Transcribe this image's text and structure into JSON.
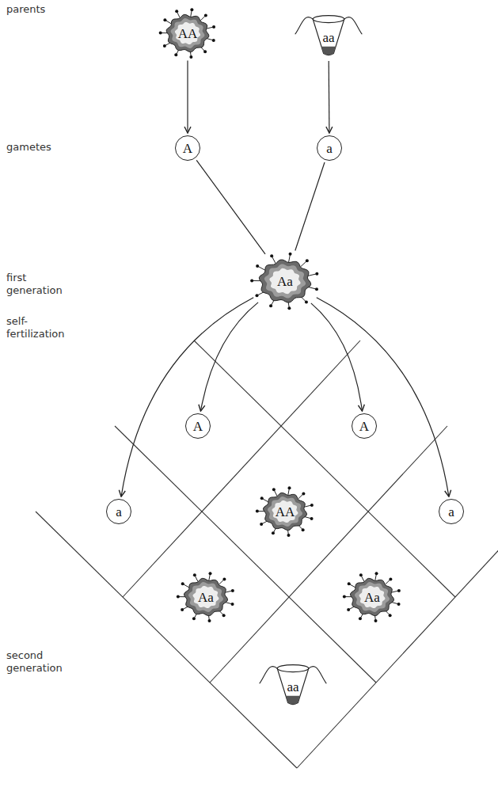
{
  "diagram": {
    "nodes": [
      {
        "text": [
          "AA"
        ]
      },
      {
        "text": [
          "aa"
        ]
      },
      {
        "text": [
          "A"
        ]
      },
      {
        "text": [
          "a"
        ]
      },
      {
        "text": [
          "Aa"
        ]
      },
      {
        "text": [
          "A"
        ]
      },
      {
        "text": [
          "A"
        ]
      },
      {
        "text": [
          "a"
        ]
      },
      {
        "text": [
          "AA"
        ]
      },
      {
        "text": [
          "a"
        ]
      },
      {
        "text": [
          "Aa"
        ]
      },
      {
        "text": [
          "Aa"
        ]
      },
      {
        "text": [
          "aa"
        ]
      }
    ],
    "edges": [
      {
        "from": 0,
        "to": 2,
        "arrow": "to"
      },
      {
        "from": 1,
        "to": 3,
        "arrow": "to"
      },
      {
        "from": 2,
        "to": 4,
        "arrow": "none"
      },
      {
        "from": 3,
        "to": 4,
        "arrow": "none"
      },
      {
        "from": 4,
        "to": 5,
        "arrow": "to"
      },
      {
        "from": 4,
        "to": 6,
        "arrow": "to"
      },
      {
        "from": 4,
        "to": 7,
        "arrow": "to"
      },
      {
        "from": 4,
        "to": 9,
        "arrow": "to"
      }
    ],
    "labels": [
      "parents",
      "gametes",
      "first generation",
      "self-fertilization",
      "second generation"
    ]
  }
}
